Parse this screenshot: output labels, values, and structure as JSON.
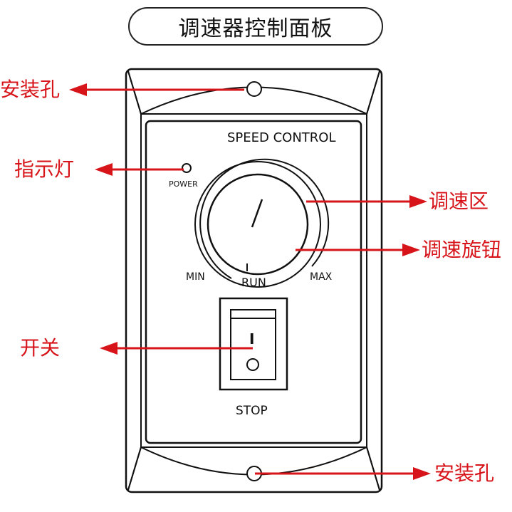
{
  "title": "调速器控制面板",
  "panel": {
    "speed_control": "SPEED CONTROL",
    "power": "POWER",
    "min": "MIN",
    "max": "MAX",
    "run": "RUN",
    "stop": "STOP",
    "switch_on_mark": "I"
  },
  "callouts": {
    "mount_hole_top": "安装孔",
    "indicator_light": "指示灯",
    "speed_zone": "调速区",
    "speed_knob": "调速旋钮",
    "switch": "开关",
    "mount_hole_bottom": "安装孔"
  },
  "colors": {
    "callout": "#d7141a",
    "line": "#111111"
  }
}
